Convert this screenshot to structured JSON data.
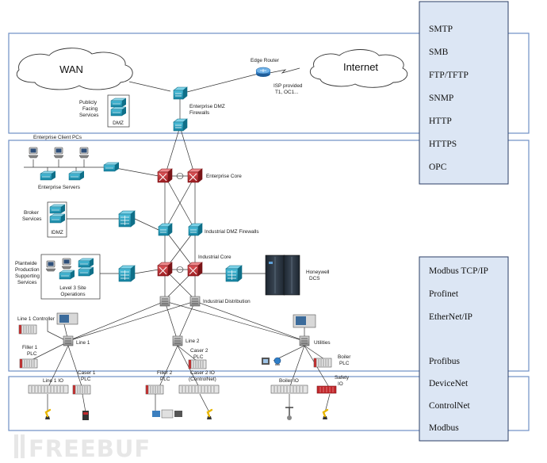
{
  "clouds": {
    "wan": "WAN",
    "internet": "Internet"
  },
  "labels": {
    "edge_router": "Edge Router",
    "isp_line1": "ISP provided",
    "isp_line2": "T1, OC1...",
    "public_line1": "Publicly",
    "public_line2": "Facing",
    "public_line3": "Services",
    "dmz": "DMZ",
    "ent_dmz_fw_line1": "Enterprise DMZ",
    "ent_dmz_fw_line2": "Firewalls",
    "ent_client_pcs": "Enterprise Client PCs",
    "ent_servers": "Enterprise Servers",
    "ent_core": "Enterprise Core",
    "broker_line1": "Broker",
    "broker_line2": "Services",
    "idmz": "IDMZ",
    "ind_dmz_fw": "Industrial DMZ Firewalls",
    "plantwide_line1": "Plantwide",
    "plantwide_line2": "Production",
    "plantwide_line3": "Supporting",
    "plantwide_line4": "Services",
    "level3_line1": "Level 3 Site",
    "level3_line2": "Operations",
    "ind_core": "Industrial Core",
    "honeywell_line1": "Honeywell",
    "honeywell_line2": "DCS",
    "ind_dist": "Industrial Distribution",
    "line1_controller": "Line 1 Controller",
    "line1": "Line 1",
    "line2": "Line 2",
    "utilities": "Utilities",
    "filler1_line1": "Filler 1",
    "filler1_line2": "PLC",
    "caser2_line1": "Caser 2",
    "caser2_line2": "PLC",
    "boiler_line1": "Boiler",
    "boiler_line2": "PLC",
    "line1_io": "Line 1 IO",
    "caser1_line1": "Caser 1",
    "caser1_line2": "PLC",
    "filler2_line1": "Filler 2",
    "filler2_line2": "PLC",
    "caser2io_line1": "Caser 2 IO",
    "caser2io_line2": "(ControlNet)",
    "boiler_io": "Boiler IO",
    "safety_line1": "Safety",
    "safety_line2": "IO"
  },
  "protocols_top": [
    "SMTP",
    "SMB",
    "FTP/TFTP",
    "SNMP",
    "HTTP",
    "HTTPS",
    "OPC"
  ],
  "protocols_bottom_a": [
    "Modbus TCP/IP",
    "Profinet",
    "EtherNet/IP"
  ],
  "protocols_bottom_b": [
    "Profibus",
    "DeviceNet",
    "ControlNet",
    "Modbus"
  ],
  "watermark": "FREEBUF",
  "colors": {
    "zone_border": "#6f8fc4",
    "panel_fill": "#dce6f4",
    "panel_border": "#2b3f66",
    "switch_cyan": "#1c97b8",
    "core_red": "#c2282c",
    "router_blue": "#2f7fc8"
  }
}
